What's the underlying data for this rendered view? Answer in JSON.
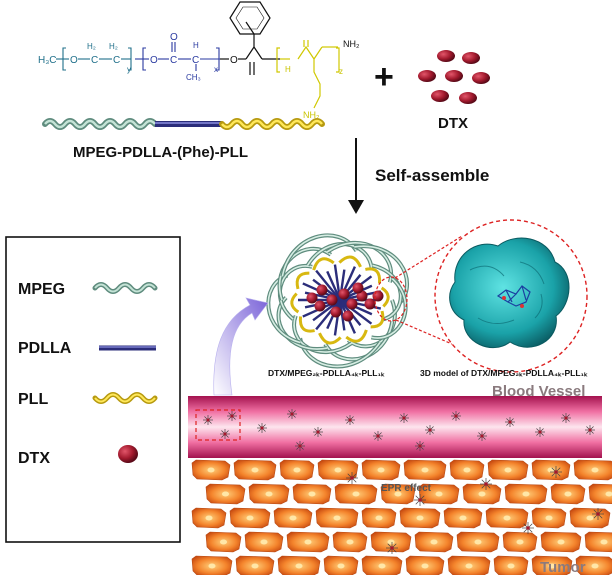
{
  "formula": {
    "peg_left": "H₃C",
    "o1": "O",
    "c1": "C",
    "h2a": "H₂",
    "c2": "C",
    "h2b": "H₂",
    "y": "y",
    "o2": "O",
    "c3": "C",
    "o3": "O",
    "c4": "C",
    "h": "H",
    "ch3": "CH₃",
    "x": "x",
    "o4": "O",
    "h_pll": "H",
    "z": "z",
    "nh2_top": "NH₂",
    "nh2_bottom": "NH₂"
  },
  "copolymer_label": "MPEG-PDLLA-(Phe)-PLL",
  "plus": "+",
  "drug_label": "DTX",
  "arrow_label": "Self-assemble",
  "micelle_caption": "DTX/MPEG₂ₖ-PDLLA₄ₖ-PLL₁ₖ",
  "model_caption": "3D model of DTX/MPEG₂ₖ-PDLLA₄ₖ-PLL₁ₖ",
  "vessel_label": "Blood Vessel",
  "epr_label": "EPR effect",
  "tumor_label": "Tumor",
  "legend": {
    "items": [
      {
        "label": "MPEG",
        "color": "#8fb8a8"
      },
      {
        "label": "PDLLA",
        "color": "#3a3c9a"
      },
      {
        "label": "PLL",
        "color": "#e8d020"
      },
      {
        "label": "DTX",
        "color": "#a01830"
      }
    ]
  },
  "colors": {
    "peg": "#1f6f8a",
    "pdlla": "#2a3aa0",
    "phe": "#111111",
    "pll": "#c9c400",
    "drug": "#a31a2e",
    "vessel": "#c2185b",
    "tumor": "#f07a2a"
  }
}
